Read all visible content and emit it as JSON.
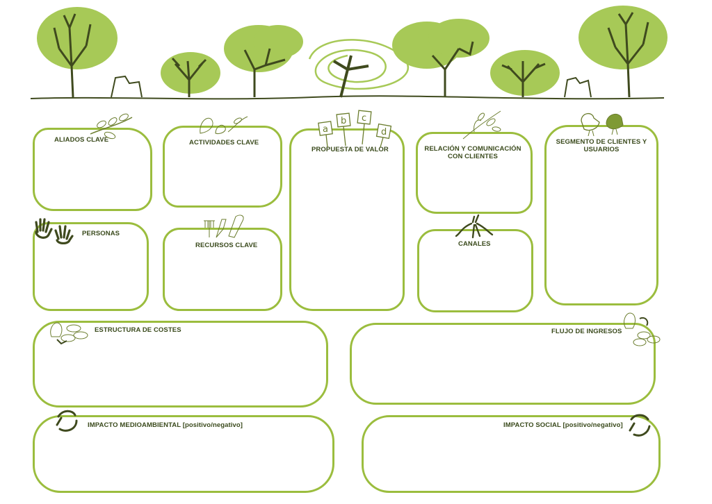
{
  "colors": {
    "leaf": "#a7c957",
    "trunk": "#3f4a1e",
    "border": "#9bbd3e",
    "text": "#3a4a1c"
  },
  "canvas": {
    "aliados": "Aliados clave",
    "actividades": "Actividades clave",
    "propuesta": "Propuesta de valor",
    "propuesta_tags": [
      "a",
      "b",
      "c",
      "d"
    ],
    "relacion": "Relación y comunicación con clientes",
    "segmento": "Segmento de clientes y usuarios",
    "personas": "Personas",
    "recursos": "Recursos clave",
    "canales": "Canales",
    "costes": "Estructura de costes",
    "ingresos": "Flujo de ingresos",
    "impacto_medio": "Impacto medioambiental",
    "impacto_medio_note": "[positivo/negativo]",
    "impacto_social": "Impacto social",
    "impacto_social_note": "[positivo/negativo]"
  },
  "icons": [
    "tree-icon",
    "leaf-branch-icon",
    "leaves-icon",
    "hands-icon",
    "tools-icon",
    "sign-tags-icon",
    "roots-icon",
    "bird-icon",
    "money-bag-icon",
    "coins-icon",
    "recycle-icon"
  ]
}
